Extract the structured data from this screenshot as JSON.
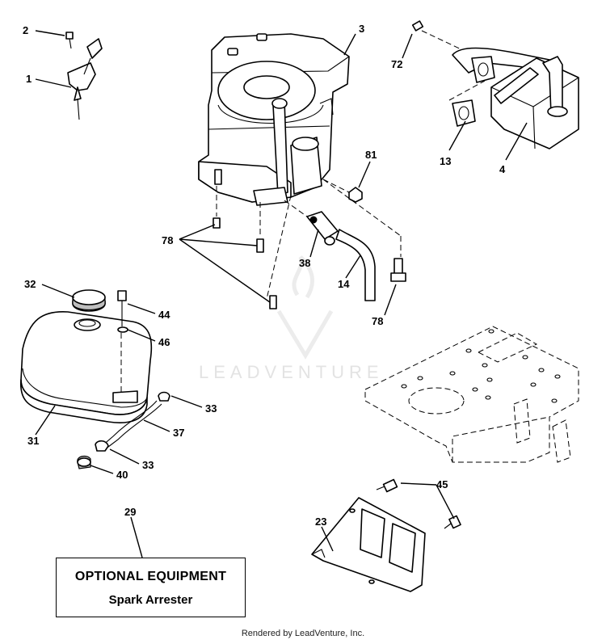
{
  "callouts": [
    {
      "label": "1"
    },
    {
      "label": "2"
    },
    {
      "label": "3"
    },
    {
      "label": "72"
    },
    {
      "label": "13"
    },
    {
      "label": "4"
    },
    {
      "label": "81"
    },
    {
      "label": "78"
    },
    {
      "label": "38"
    },
    {
      "label": "14"
    },
    {
      "label": "78"
    },
    {
      "label": "32"
    },
    {
      "label": "44"
    },
    {
      "label": "46"
    },
    {
      "label": "31"
    },
    {
      "label": "33"
    },
    {
      "label": "37"
    },
    {
      "label": "33"
    },
    {
      "label": "40"
    },
    {
      "label": "29"
    },
    {
      "label": "45"
    },
    {
      "label": "23"
    }
  ],
  "optional_box": {
    "title": "OPTIONAL EQUIPMENT",
    "subtitle": "Spark Arrester"
  },
  "watermark": {
    "text": "LEADVENTURE"
  },
  "footer": {
    "text": "Rendered by LeadVenture, Inc."
  }
}
